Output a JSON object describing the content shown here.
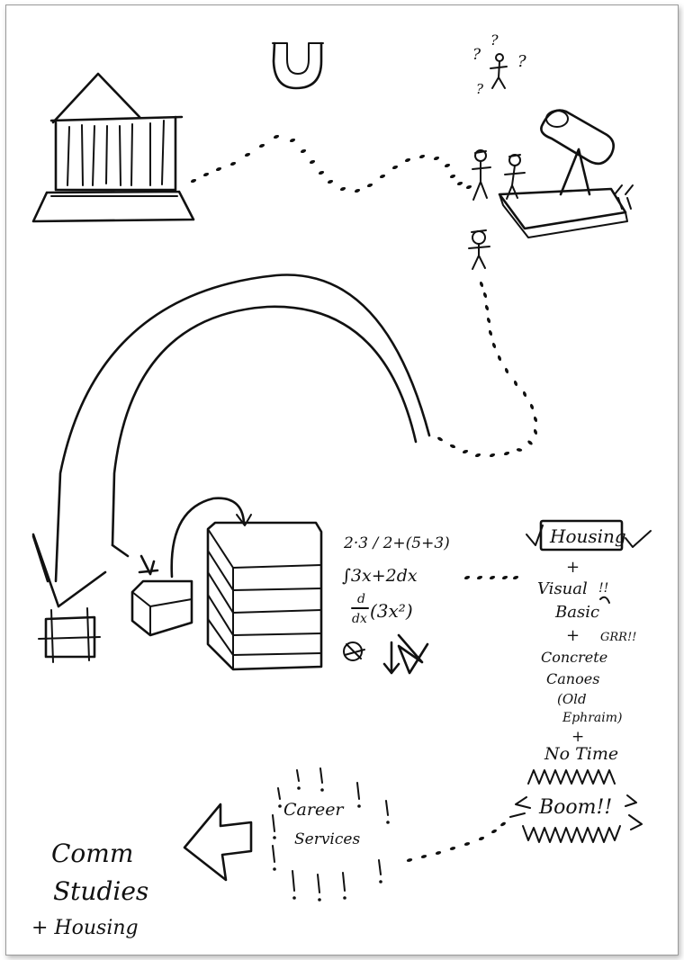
{
  "math": {
    "line1": "2·3 / 2+(5+3)",
    "line2": "∫3x+2dx",
    "line3_d": "d",
    "line3_dx": "dx",
    "line3_expr": "(3x²)"
  },
  "list": {
    "housing": "Housing",
    "plus": "+",
    "visual": "Visual",
    "basic": "Basic",
    "interjection": "!!",
    "grr": "GRR!!",
    "concrete": "Concrete",
    "canoes": "Canoes",
    "old": "(Old",
    "ephraim": "Ephraim)",
    "no_time": "No Time",
    "boom": "Boom!!"
  },
  "career": {
    "line1": "Career",
    "line2": "Services"
  },
  "destination": {
    "line1": "Comm",
    "line2": "Studies",
    "line3": "+ Housing"
  },
  "ink_color": "#111111"
}
